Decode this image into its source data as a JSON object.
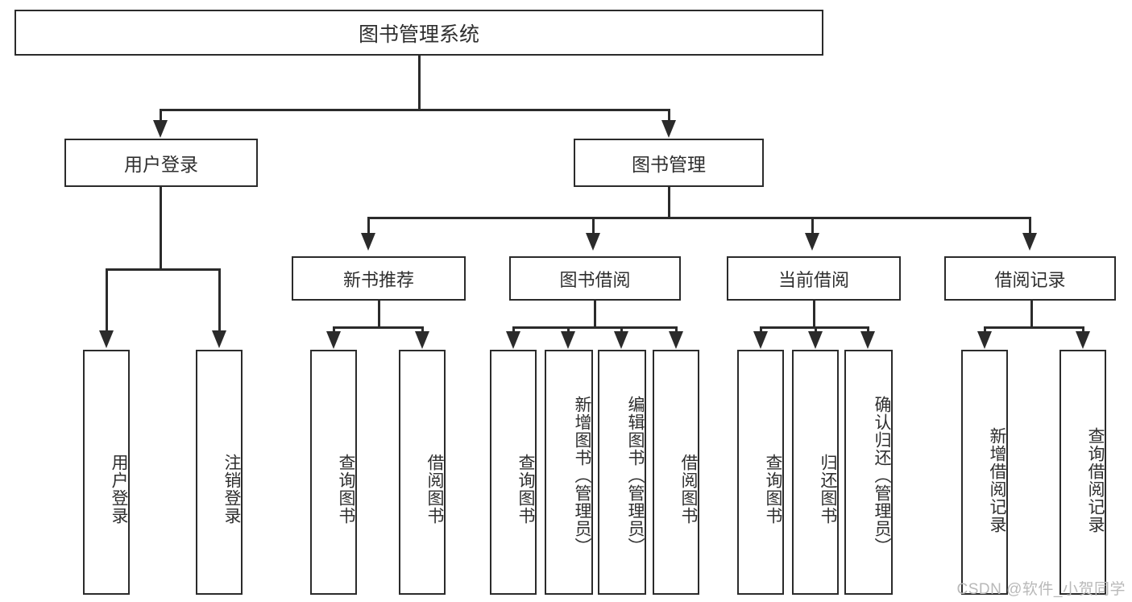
{
  "diagram": {
    "type": "tree-hierarchy",
    "background_color": "#ffffff",
    "line_color": "#2b2b2b",
    "text_color": "#2f2f2f",
    "root": {
      "label": "图书管理系统"
    },
    "level2": [
      {
        "label": "用户登录"
      },
      {
        "label": "图书管理"
      }
    ],
    "level3": [
      {
        "label": "新书推荐"
      },
      {
        "label": "图书借阅"
      },
      {
        "label": "当前借阅"
      },
      {
        "label": "借阅记录"
      }
    ],
    "leaves": {
      "user_login": [
        {
          "label": "用户登录"
        },
        {
          "label": "注销登录"
        }
      ],
      "new_book": [
        {
          "label": "查询图书"
        },
        {
          "label": "借阅图书"
        }
      ],
      "book_borrow": [
        {
          "label": "查询图书"
        },
        {
          "label": "新增图书（管理员）"
        },
        {
          "label": "编辑图书（管理员）"
        },
        {
          "label": "借阅图书"
        }
      ],
      "current_borrow": [
        {
          "label": "查询图书"
        },
        {
          "label": "归还图书"
        },
        {
          "label": "确认归还（管理员）"
        }
      ],
      "borrow_record": [
        {
          "label": "新增借阅记录"
        },
        {
          "label": "查询借阅记录"
        }
      ]
    }
  },
  "watermark": {
    "text": "CSDN @软件_小贺同学"
  }
}
